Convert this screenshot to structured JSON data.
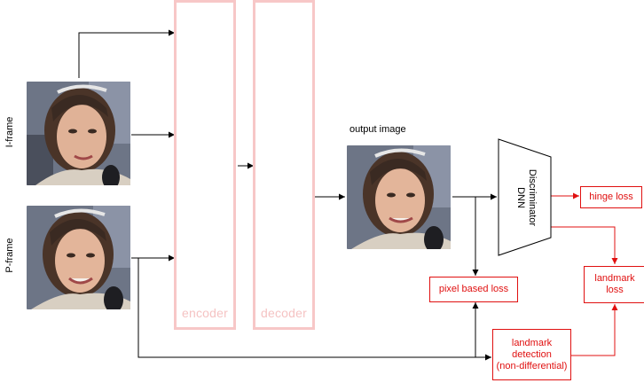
{
  "inputs": {
    "iframe_label": "I-frame",
    "pframe_label": "P-frame"
  },
  "blocks": {
    "encoder_label": "encoder",
    "decoder_label": "decoder"
  },
  "output": {
    "label": "output image"
  },
  "discriminator": {
    "label_line1": "Discriminator",
    "label_line2": "DNN"
  },
  "losses": {
    "hinge": "hinge loss",
    "pixel": "pixel based loss",
    "landmark_line1": "landmark",
    "landmark_line2": "loss",
    "detection_line1": "landmark",
    "detection_line2": "detection",
    "detection_line3": "(non-differential)"
  },
  "colors": {
    "loss_red": "#e01010",
    "block_pink": "#f7c7c7",
    "arrow_black": "#000000"
  }
}
